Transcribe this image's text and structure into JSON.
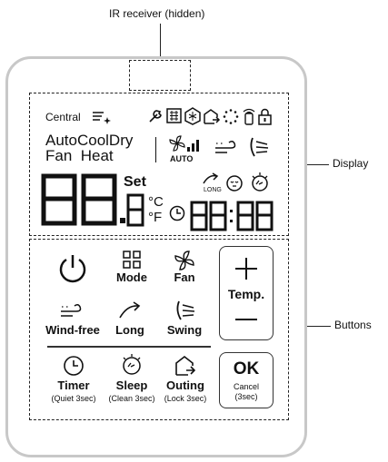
{
  "callouts": {
    "ir": "IR receiver (hidden)",
    "display": "Display",
    "buttons": "Buttons"
  },
  "display": {
    "central": "Central",
    "modes_top": "AutoCoolDry",
    "modes_bottom": "Fan  Heat",
    "auto": "AUTO",
    "long": "LONG",
    "set": "Set",
    "celsius": "°C",
    "fahrenheit": "°F"
  },
  "buttons": {
    "mode": "Mode",
    "fan": "Fan",
    "temp": "Temp.",
    "windfree": "Wind-free",
    "long": "Long",
    "swing": "Swing",
    "timer": "Timer",
    "timer_sub": "(Quiet 3sec)",
    "sleep": "Sleep",
    "sleep_sub": "(Clean 3sec)",
    "outing": "Outing",
    "outing_sub": "(Lock 3sec)",
    "ok": "OK",
    "ok_sub1": "Cancel",
    "ok_sub2": "(3sec)"
  }
}
